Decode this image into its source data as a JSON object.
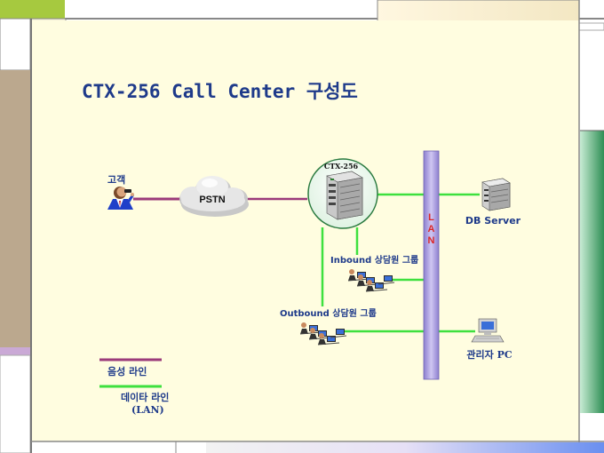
{
  "title": "CTX-256 Call Center 구성도",
  "labels": {
    "customer": "고객",
    "pstn": "PSTN",
    "ctx": "CTX-256",
    "lan": [
      "L",
      "A",
      "N"
    ],
    "db_server": "DB Server",
    "inbound": "Inbound 상담원 그룹",
    "outbound": "Outbound 상담원 그룹",
    "admin_pc": "관리자 PC"
  },
  "legend": {
    "voice_line": "음성 라인",
    "data_line": "데이타 라인",
    "data_line_sub": "(LAN)"
  },
  "colors": {
    "background": "#fffde0",
    "title": "#1e3a8a",
    "voice_line": "#9b3a7a",
    "data_line": "#3ee03e",
    "lan_bus": "#a99ad6",
    "lan_text": "#dc2626",
    "frame": "#888888",
    "accent_green": "#2f8f55"
  }
}
